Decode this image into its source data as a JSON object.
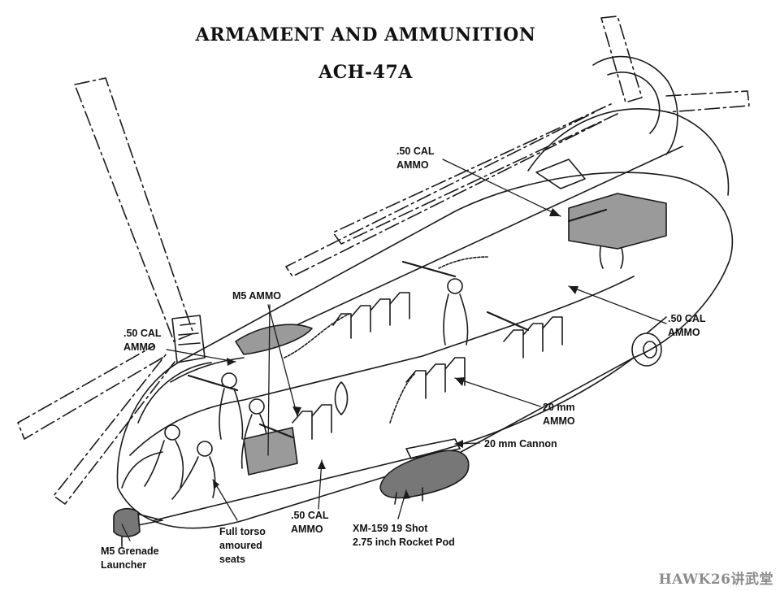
{
  "title": "ARMAMENT AND AMMUNITION",
  "subtitle": "ACH-47A",
  "callouts": {
    "ammo_50cal_top": [
      ".50 CAL",
      "AMMO"
    ],
    "ammo_50cal_right": [
      ".50 CAL",
      "AMMO"
    ],
    "ammo_50cal_left": [
      ".50 CAL",
      "AMMO"
    ],
    "ammo_50cal_bottom": [
      ".50 CAL",
      "AMMO"
    ],
    "m5_ammo": [
      "M5 AMMO"
    ],
    "ammo_20mm": [
      "20 mm",
      "AMMO"
    ],
    "cannon_20mm": [
      "20 mm Cannon"
    ],
    "rocket_pod": [
      "XM-159  19 Shot",
      "2.75 inch Rocket Pod"
    ],
    "seats": [
      "Full torso",
      "amoured",
      "seats"
    ],
    "grenade_launcher": [
      "M5 Grenade",
      "Launcher"
    ]
  },
  "watermark": "HAWK26讲武堂",
  "colors": {
    "ink": "#111111",
    "ammo_fill": "#9a9a9a",
    "pod_fill": "#777777",
    "watermark": "#8c8c8c"
  }
}
